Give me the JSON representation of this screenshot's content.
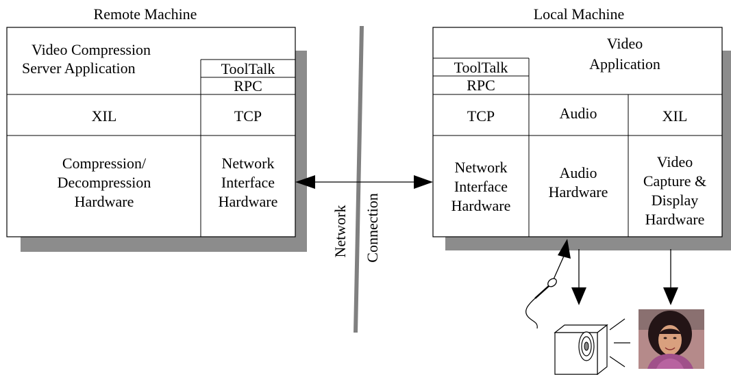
{
  "remote": {
    "title": "Remote Machine",
    "app": [
      "Video Compression",
      "Server Application"
    ],
    "tooltalk": "ToolTalk",
    "rpc": "RPC",
    "xil": "XIL",
    "tcp": "TCP",
    "compression": [
      "Compression/",
      "Decompression",
      "Hardware"
    ],
    "network_hw": [
      "Network",
      "Interface",
      "Hardware"
    ]
  },
  "local": {
    "title": "Local Machine",
    "app": [
      "Video",
      "Application"
    ],
    "tooltalk": "ToolTalk",
    "rpc": "RPC",
    "tcp": "TCP",
    "audio": "Audio",
    "xil": "XIL",
    "network_hw": [
      "Network",
      "Interface",
      "Hardware"
    ],
    "audio_hw": [
      "Audio",
      "Hardware"
    ],
    "video_hw": [
      "Video",
      "Capture &",
      "Display",
      "Hardware"
    ]
  },
  "network": {
    "label_left": "Network",
    "label_right": "Connection"
  },
  "colors": {
    "shadow": "#8c8c8c",
    "divider": "#808080",
    "line": "#000000"
  }
}
